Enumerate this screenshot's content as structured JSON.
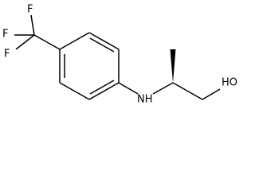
{
  "molecule": {
    "atom_labels": {
      "f_top": "F",
      "f_left": "F",
      "f_bottom": "F",
      "amine": "NH",
      "hydroxyl": "HO"
    },
    "stereo": {
      "wedge_bond": "chiral-carbon-to-methyl",
      "wedge_type": "solid"
    },
    "colors": {
      "bond": "#000000",
      "label": "#000000",
      "background": "#ffffff"
    }
  }
}
